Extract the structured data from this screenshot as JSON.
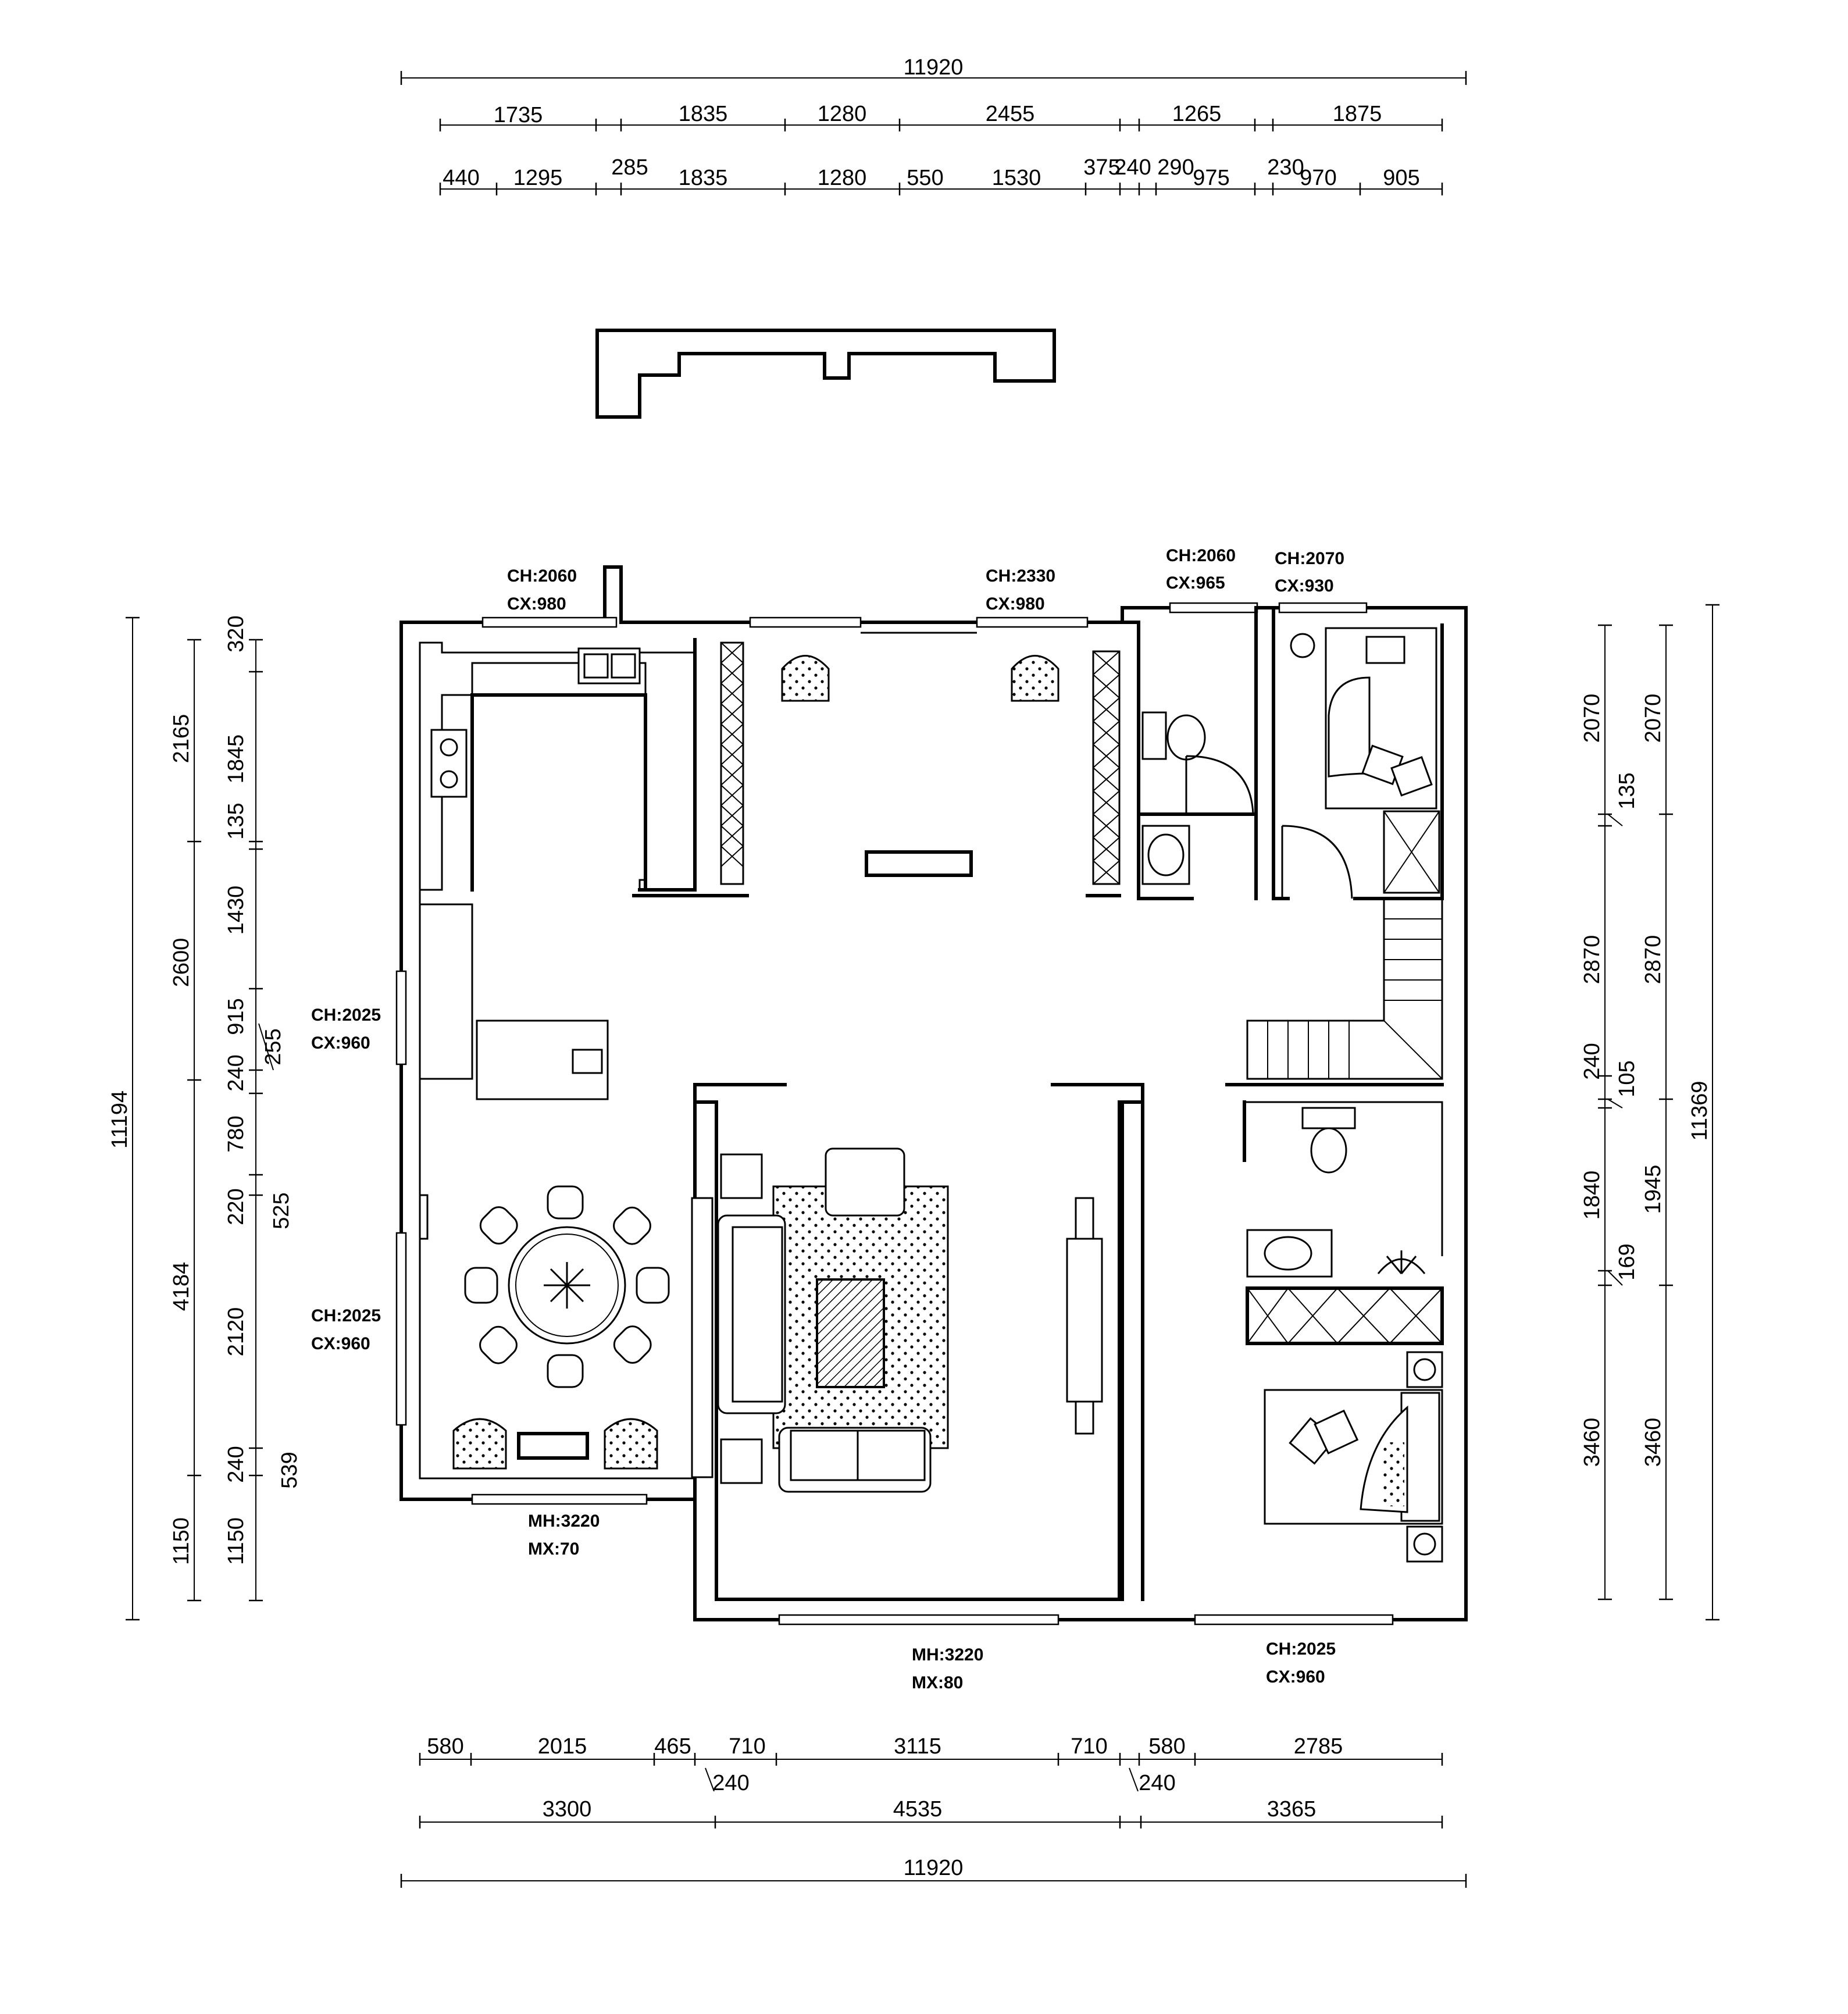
{
  "dims": {
    "top_total": "11920",
    "top_row1": [
      "1735",
      "1835",
      "1280",
      "2455",
      "1265",
      "1875"
    ],
    "top_row2": [
      "440",
      "1295",
      "285",
      "1835",
      "1280",
      "550",
      "1530",
      "375",
      "240",
      "290",
      "975",
      "230",
      "970",
      "905"
    ],
    "bottom_row1": [
      "580",
      "2015",
      "465",
      "710",
      "3115",
      "710",
      "580",
      "2785"
    ],
    "bottom_small": [
      "240",
      "240"
    ],
    "bottom_row2": [
      "3300",
      "4535",
      "3365"
    ],
    "bottom_total": "11920",
    "left_total": "11194",
    "left_row1": [
      "2165",
      "2600",
      "4184",
      "1150"
    ],
    "left_row2": [
      "320",
      "1845",
      "135",
      "1430",
      "915",
      "240",
      "780",
      "220",
      "2120",
      "240",
      "1150"
    ],
    "left_small": [
      "255",
      "525",
      "539"
    ],
    "right_total": "11369",
    "right_row1": [
      "2070",
      "2870",
      "1945",
      "3460"
    ],
    "right_row2": [
      "2070",
      "135",
      "2870",
      "240",
      "105",
      "1840",
      "169",
      "3460"
    ]
  },
  "notes": [
    {
      "l1": "CH:2060",
      "l2": "CX:980"
    },
    {
      "l1": "CH:2330",
      "l2": "CX:980"
    },
    {
      "l1": "CH:2060",
      "l2": "CX:965"
    },
    {
      "l1": "CH:2070",
      "l2": "CX:930"
    },
    {
      "l1": "CH:2025",
      "l2": "CX:960"
    },
    {
      "l1": "CH:2025",
      "l2": "CX:960"
    },
    {
      "l1": "MH:3220",
      "l2": "MX:70"
    },
    {
      "l1": "MH:3220",
      "l2": "MX:80"
    },
    {
      "l1": "CH:2025",
      "l2": "CX:960"
    }
  ],
  "icons": [
    "dining-set-icon",
    "sofa-set-icon",
    "bed-icon",
    "toilet-icon",
    "sink-icon",
    "stove-icon",
    "stair-icon",
    "armchair-icon",
    "plant-icon"
  ]
}
